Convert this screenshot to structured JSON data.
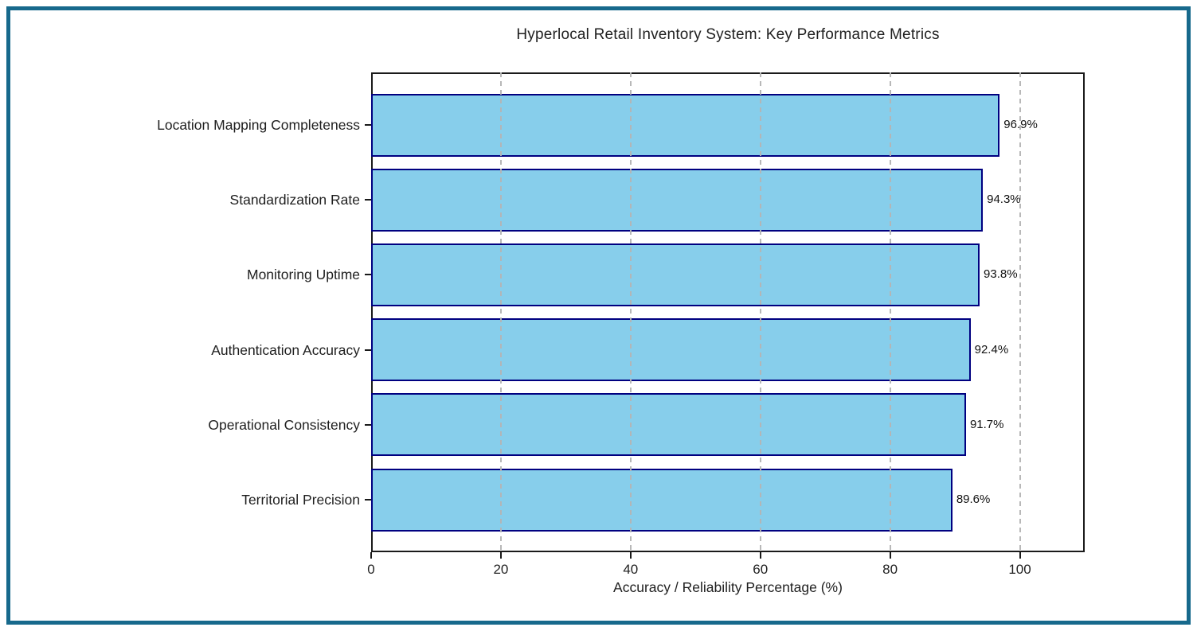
{
  "frame": {
    "border_color": "#17698c",
    "background_color": "#ffffff"
  },
  "chart_data": {
    "type": "bar",
    "orientation": "horizontal",
    "title": "Hyperlocal Retail Inventory System: Key Performance Metrics",
    "xlabel": "Accuracy / Reliability Percentage (%)",
    "ylabel": "",
    "categories": [
      "Location Mapping Completeness",
      "Standardization Rate",
      "Monitoring Uptime",
      "Authentication Accuracy",
      "Operational Consistency",
      "Territorial Precision"
    ],
    "values": [
      96.9,
      94.3,
      93.8,
      92.4,
      91.7,
      89.6
    ],
    "value_labels": [
      "96.9%",
      "94.3%",
      "93.8%",
      "92.4%",
      "91.7%",
      "89.6%"
    ],
    "xlim": [
      0,
      110
    ],
    "xticks": [
      0,
      20,
      40,
      60,
      80,
      100
    ],
    "grid": "vertical-dashed-over-bars",
    "legend": "none",
    "bar_color": "#87CEEB",
    "bar_edge_color": "#000080",
    "grid_color": "#b4b4b4",
    "spine_color": "#1a1a1a"
  }
}
